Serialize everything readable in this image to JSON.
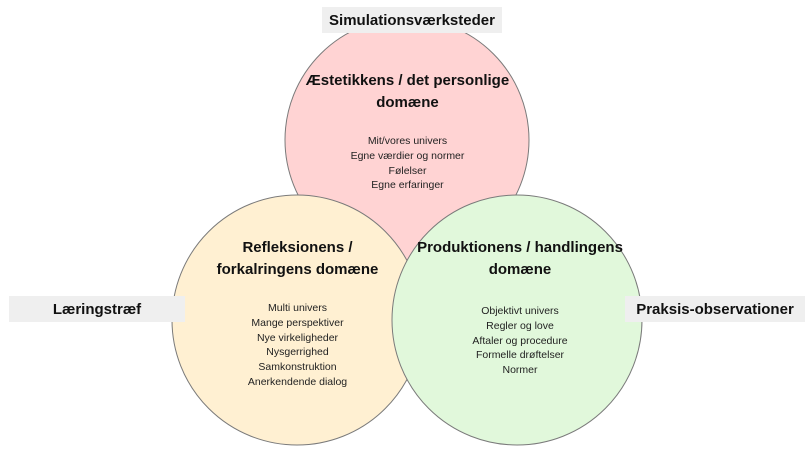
{
  "labels": {
    "top": "Simulationsværksteder",
    "left": "Læringstræf",
    "right": "Praksis-observationer"
  },
  "domains": {
    "top": {
      "title_line1": "Æstetikkens / det personlige",
      "title_line2": "domæne",
      "items": [
        "Mit/vores univers",
        "Egne værdier og normer",
        "Følelser",
        "Egne erfaringer"
      ],
      "color": "#ffd3d3"
    },
    "left": {
      "title_line1": "Refleksionens /",
      "title_line2": "forkalringens domæne",
      "items": [
        "Multi univers",
        "Mange perspektiver",
        "Nye virkeligheder",
        "Nysgerrighed",
        "Samkonstruktion",
        "Anerkendende dialog"
      ],
      "color": "#fff0d2"
    },
    "right": {
      "title_line1": "Produktionens / handlingens",
      "title_line2": "domæne",
      "items": [
        "Objektivt univers",
        "Regler og love",
        "Aftaler og procedure",
        "Formelle drøftelser",
        "Normer"
      ],
      "color": "#e1f8db"
    }
  },
  "colors": {
    "circle_stroke": "#7a7a7a",
    "label_background": "#efefef"
  }
}
